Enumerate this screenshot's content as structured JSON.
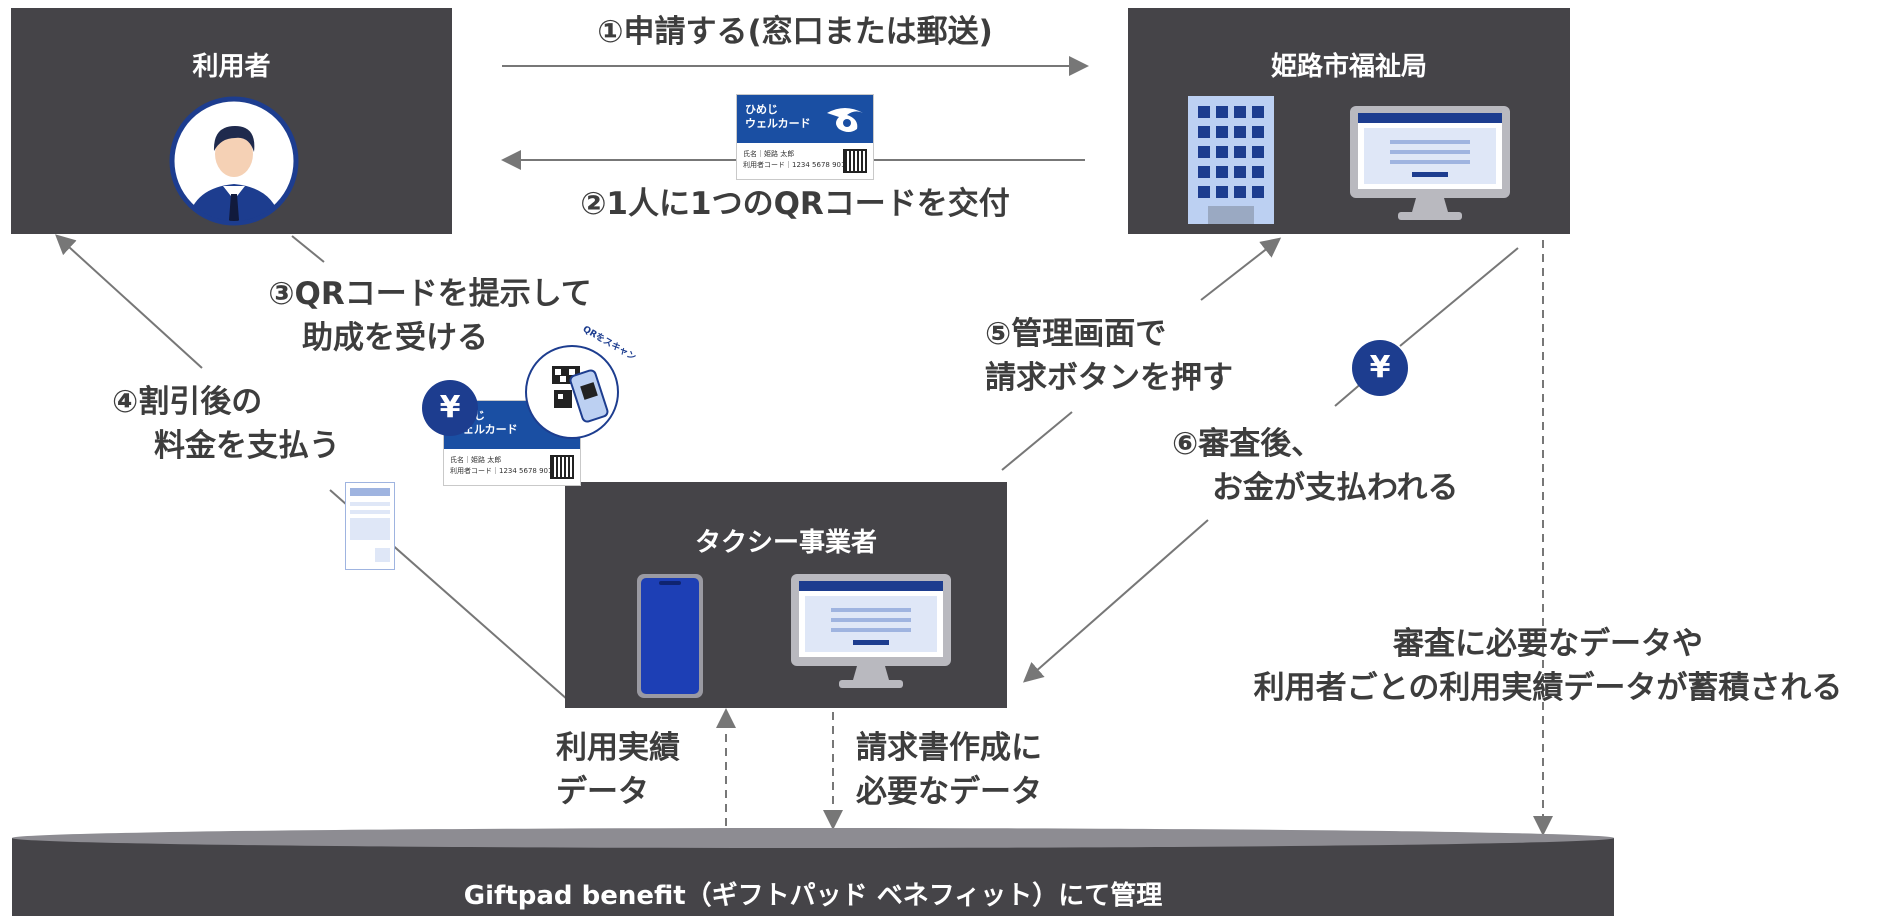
{
  "nodes": {
    "user": "利用者",
    "city": "姫路市福祉局",
    "taxi": "タクシー事業者"
  },
  "steps": {
    "s1": "①申請する(窓口または郵送)",
    "s2": "②1人に1つのQRコードを交付",
    "s3_line1": "③QRコードを提示して",
    "s3_line2": "助成を受ける",
    "s4_line1": "④割引後の",
    "s4_line2": "料金を支払う",
    "s5_line1": "⑤管理画面で",
    "s5_line2": "請求ボタンを押す",
    "s6_line1": "⑥審査後、",
    "s6_line2": "お金が支払われる"
  },
  "data_flows": {
    "usage_line1": "利用実績",
    "usage_line2": "データ",
    "invoice_line1": "請求書作成に",
    "invoice_line2": "必要なデータ",
    "accum_line1": "審査に必要なデータや",
    "accum_line2": "利用者ごとの利用実績データが蓄積される"
  },
  "platform": "Giftpad benefit（ギフトパッド ベネフィット）にて管理",
  "card": {
    "name_line1": "ひめじ",
    "name_line2": "ウェルカード",
    "field_line": "氏名｜姫路 太郎",
    "code_line": "利用者コード｜1234 5678 901",
    "scan_text": "QRをスキャン"
  },
  "yen_symbol": "¥",
  "colors": {
    "box": "#454448",
    "accent_blue": "#1d3d8f",
    "card_blue": "#1a4fa3",
    "arrow": "#777777"
  }
}
